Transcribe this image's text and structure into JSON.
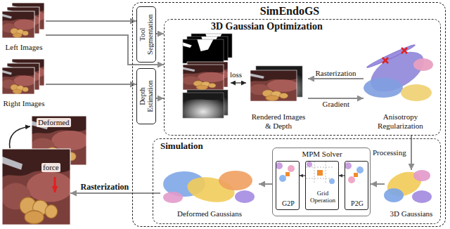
{
  "diagram": {
    "nodes": [
      {
        "text": [
          "SimEndoGS"
        ]
      },
      {
        "text": [
          "Left Images"
        ]
      },
      {
        "text": [
          "Right Images"
        ]
      },
      {
        "text": [
          "Tool Segmentation"
        ],
        "in": 0
      },
      {
        "text": [
          "Depth Estimation"
        ],
        "in": 0
      },
      {
        "text": [
          "3D Gaussian Optimization"
        ],
        "in": 0
      },
      {
        "text": [
          "Rendered Images & Depth"
        ],
        "in": 5
      },
      {
        "text": [
          "Anisotropy Regularization"
        ],
        "in": 5
      },
      {
        "text": [
          "Simulation"
        ],
        "in": 0
      },
      {
        "text": [
          "MPM Solver"
        ],
        "in": 8
      },
      {
        "text": [
          "G2P"
        ],
        "in": 9
      },
      {
        "text": [
          "Grid Operation"
        ],
        "in": 9
      },
      {
        "text": [
          "P2G"
        ],
        "in": 9
      },
      {
        "text": [
          "3D Gaussians"
        ],
        "in": 8
      },
      {
        "text": [
          "Deformed Gaussians"
        ],
        "in": 8
      },
      {
        "text": [
          "force"
        ]
      }
    ],
    "edges": [
      {
        "from": 1,
        "to": 3,
        "arrow": "to"
      },
      {
        "from": 2,
        "to": 4,
        "arrow": "to"
      },
      {
        "from": 1,
        "to": 5,
        "arrow": "to"
      },
      {
        "from": 3,
        "to": 5,
        "arrow": "to"
      },
      {
        "from": 4,
        "to": 5,
        "arrow": "to"
      },
      {
        "from": 7,
        "to": 6,
        "label": "Rasterization",
        "arrow": "to"
      },
      {
        "from": 6,
        "to": 7,
        "label": "Gradient",
        "arrow": "to"
      },
      {
        "from": 7,
        "to": 13,
        "label": "Processing",
        "arrow": "to"
      },
      {
        "from": 13,
        "to": 9,
        "arrow": "to"
      },
      {
        "from": 9,
        "to": 14,
        "arrow": "to"
      },
      {
        "from": 12,
        "to": 11,
        "arrow": "to"
      },
      {
        "from": 11,
        "to": 10,
        "arrow": "to"
      },
      {
        "from": 14,
        "to": 15,
        "label": "Rasterization",
        "arrow": "to"
      }
    ],
    "labels": [
      "loss",
      "Deformed"
    ]
  }
}
